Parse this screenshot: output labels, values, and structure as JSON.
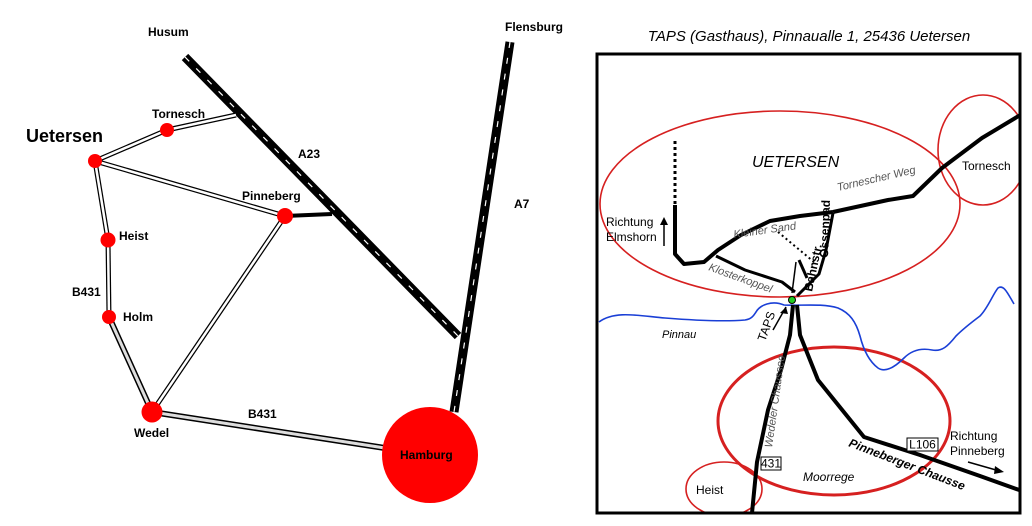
{
  "overview_map": {
    "cities": {
      "husum": "Husum",
      "flensburg": "Flensburg",
      "tornesch": "Tornesch",
      "uetersen": "Uetersen",
      "pinneberg": "Pinneberg",
      "heist": "Heist",
      "holm": "Holm",
      "wedel": "Wedel",
      "hamburg": "Hamburg"
    },
    "roads": {
      "a23": "A23",
      "a7": "A7",
      "b431_west": "B431",
      "b431_south": "B431"
    },
    "colors": {
      "town": "#ff0000",
      "road": "#000000"
    }
  },
  "detail_map": {
    "title": "TAPS (Gasthaus), Pinnaualle 1, 25436 Uetersen",
    "areas": {
      "uetersen": "UETERSEN",
      "tornesch": "Tornesch",
      "heist": "Heist",
      "moorrege": "Moorrege"
    },
    "streets": {
      "tornescher_weg": "Tornescher Weg",
      "kleiner_sand": "Kleiner Sand",
      "klosterkoppel": "Klosterkoppel",
      "bahnstr": "Bahnstr.",
      "ossenpad": "Ossenpad",
      "wedeler_chaussee": "Wedeler Chaussee",
      "pinneberger_chaussee": "Pinneberger Chausse"
    },
    "river": "Pinnau",
    "marker_label": "TAPS",
    "directions": {
      "elmshorn_1": "Richtung",
      "elmshorn_2": "Elmshorn",
      "pinneberg_1": "Richtung",
      "pinneberg_2": "Pinneberg"
    },
    "road_signs": {
      "l106": "L106",
      "b431": "431"
    },
    "colors": {
      "area_outline": "#d62020",
      "river": "#1a3fd6",
      "marker": "#22cc22"
    }
  }
}
